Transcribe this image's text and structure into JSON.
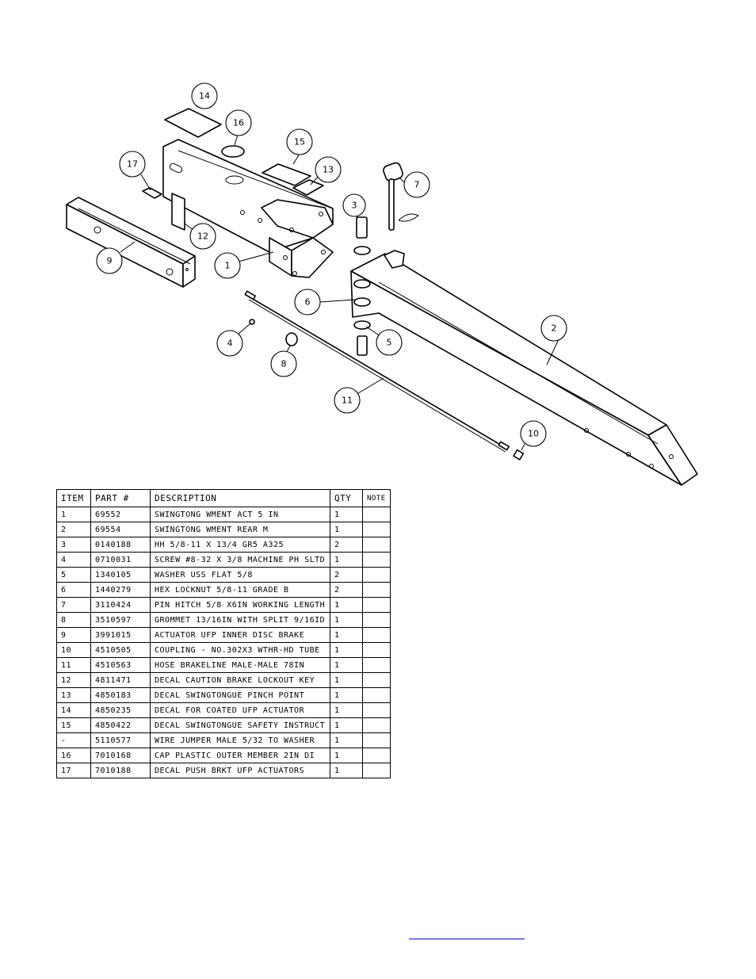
{
  "table": {
    "headers": [
      "ITEM",
      "PART #",
      "DESCRIPTION",
      "QTY",
      "NOTE"
    ],
    "rows": [
      {
        "item": "1",
        "part": "69552",
        "desc": "SWINGTONG WMENT ACT 5 IN",
        "qty": "1",
        "note": ""
      },
      {
        "item": "2",
        "part": "69554",
        "desc": "SWINGTONG WMENT REAR M",
        "qty": "1",
        "note": ""
      },
      {
        "item": "3",
        "part": "0140188",
        "desc": "HH 5/8-11 X 13/4  GR5 A325",
        "qty": "2",
        "note": ""
      },
      {
        "item": "4",
        "part": "0710031",
        "desc": "SCREW #8-32 X 3/8 MACHINE PH SLTD",
        "qty": "1",
        "note": ""
      },
      {
        "item": "5",
        "part": "1340105",
        "desc": "WASHER USS FLAT 5/8",
        "qty": "2",
        "note": ""
      },
      {
        "item": "6",
        "part": "1440279",
        "desc": "HEX LOCKNUT 5/8-11 GRADE B",
        "qty": "2",
        "note": ""
      },
      {
        "item": "7",
        "part": "3110424",
        "desc": "PIN HITCH 5/8 X6IN WORKING LENGTH",
        "qty": "1",
        "note": ""
      },
      {
        "item": "8",
        "part": "3510597",
        "desc": "GROMMET 13/16IN  WITH SPLIT 9/16ID",
        "qty": "1",
        "note": ""
      },
      {
        "item": "9",
        "part": "3991015",
        "desc": "ACTUATOR UFP INNER  DISC BRAKE",
        "qty": "1",
        "note": ""
      },
      {
        "item": "10",
        "part": "4510505",
        "desc": "COUPLING - NO.302X3 WTHR-HD TUBE",
        "qty": "1",
        "note": ""
      },
      {
        "item": "11",
        "part": "4510563",
        "desc": "HOSE BRAKELINE MALE-MALE 78IN",
        "qty": "1",
        "note": ""
      },
      {
        "item": "12",
        "part": "4811471",
        "desc": "DECAL CAUTION BRAKE LOCKOUT KEY",
        "qty": "1",
        "note": ""
      },
      {
        "item": "13",
        "part": "4850183",
        "desc": "DECAL SWINGTONGUE PINCH POINT",
        "qty": "1",
        "note": ""
      },
      {
        "item": "14",
        "part": "4850235",
        "desc": "DECAL FOR COATED UFP ACTUATOR",
        "qty": "1",
        "note": ""
      },
      {
        "item": "15",
        "part": "4850422",
        "desc": "DECAL SWINGTONGUE SAFETY INSTRUCT",
        "qty": "1",
        "note": ""
      },
      {
        "item": "-",
        "part": "5110577",
        "desc": "WIRE JUMPER MALE 5/32 TO WASHER",
        "qty": "1",
        "note": ""
      },
      {
        "item": "16",
        "part": "7010168",
        "desc": "CAP  PLASTIC OUTER MEMBER 2IN DI",
        "qty": "1",
        "note": ""
      },
      {
        "item": "17",
        "part": "7010188",
        "desc": "DECAL PUSH BRKT UFP ACTUATORS",
        "qty": "1",
        "note": ""
      }
    ]
  },
  "callouts": [
    "14",
    "16",
    "15",
    "13",
    "17",
    "7",
    "3",
    "12",
    "9",
    "1",
    "6",
    "2",
    "4",
    "5",
    "8",
    "11",
    "10"
  ]
}
